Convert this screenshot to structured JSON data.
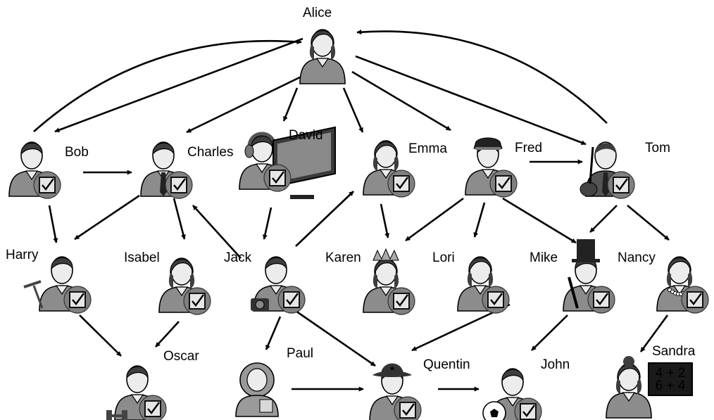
{
  "nodes": [
    {
      "id": "alice",
      "label": "Alice",
      "badge": false,
      "icon": "person-female-icon"
    },
    {
      "id": "bob",
      "label": "Bob",
      "badge": true,
      "icon": "person-icon"
    },
    {
      "id": "charles",
      "label": "Charles",
      "badge": true,
      "icon": "person-tie-icon"
    },
    {
      "id": "david",
      "label": "David",
      "badge": true,
      "icon": "person-headset-monitor-icon"
    },
    {
      "id": "emma",
      "label": "Emma",
      "badge": true,
      "icon": "person-female-icon"
    },
    {
      "id": "fred",
      "label": "Fred",
      "badge": true,
      "icon": "person-officer-cap-icon"
    },
    {
      "id": "tom",
      "label": "Tom",
      "badge": true,
      "icon": "person-guitar-icon"
    },
    {
      "id": "harry",
      "label": "Harry",
      "badge": true,
      "icon": "person-squeegee-icon"
    },
    {
      "id": "isabel",
      "label": "Isabel",
      "badge": true,
      "icon": "person-female-icon"
    },
    {
      "id": "jack",
      "label": "Jack",
      "badge": true,
      "icon": "person-camera-icon"
    },
    {
      "id": "karen",
      "label": "Karen",
      "badge": true,
      "icon": "person-crown-icon"
    },
    {
      "id": "lori",
      "label": "Lori",
      "badge": true,
      "icon": "person-female-icon"
    },
    {
      "id": "mike",
      "label": "Mike",
      "badge": true,
      "icon": "person-top-hat-icon"
    },
    {
      "id": "nancy",
      "label": "Nancy",
      "badge": true,
      "icon": "person-pearls-icon"
    },
    {
      "id": "oscar",
      "label": "Oscar",
      "badge": true,
      "icon": "person-dumbbell-icon"
    },
    {
      "id": "paul",
      "label": "Paul",
      "badge": false,
      "icon": "astronaut-icon"
    },
    {
      "id": "quentin",
      "label": "Quentin",
      "badge": true,
      "icon": "person-fedora-icon"
    },
    {
      "id": "john",
      "label": "John",
      "badge": true,
      "icon": "person-soccer-ball-icon"
    },
    {
      "id": "sandra",
      "label": "Sandra",
      "badge": false,
      "icon": "teacher-blackboard-icon"
    }
  ],
  "board_text": [
    "4 + 2",
    "6 + 4"
  ],
  "edges": [
    [
      "alice",
      "bob"
    ],
    [
      "bob",
      "alice"
    ],
    [
      "alice",
      "charles"
    ],
    [
      "alice",
      "david"
    ],
    [
      "alice",
      "emma"
    ],
    [
      "alice",
      "fred"
    ],
    [
      "alice",
      "tom"
    ],
    [
      "tom",
      "alice"
    ],
    [
      "bob",
      "charles"
    ],
    [
      "bob",
      "harry"
    ],
    [
      "charles",
      "harry"
    ],
    [
      "charles",
      "isabel"
    ],
    [
      "jack",
      "charles"
    ],
    [
      "david",
      "jack"
    ],
    [
      "jack",
      "emma"
    ],
    [
      "emma",
      "karen"
    ],
    [
      "fred",
      "tom"
    ],
    [
      "fred",
      "karen"
    ],
    [
      "fred",
      "lori"
    ],
    [
      "fred",
      "mike"
    ],
    [
      "tom",
      "mike"
    ],
    [
      "tom",
      "nancy"
    ],
    [
      "harry",
      "oscar"
    ],
    [
      "isabel",
      "oscar"
    ],
    [
      "jack",
      "paul"
    ],
    [
      "jack",
      "quentin"
    ],
    [
      "lori",
      "quentin"
    ],
    [
      "paul",
      "quentin"
    ],
    [
      "quentin",
      "john"
    ],
    [
      "mike",
      "john"
    ],
    [
      "nancy",
      "sandra"
    ]
  ],
  "colors": {
    "skin": "#ececec",
    "hair": "#3e3e3e",
    "shirt": "#8c8c8c",
    "line": "#000000",
    "badge_bg": "#808080",
    "badge_box": "#e6e6e6"
  }
}
